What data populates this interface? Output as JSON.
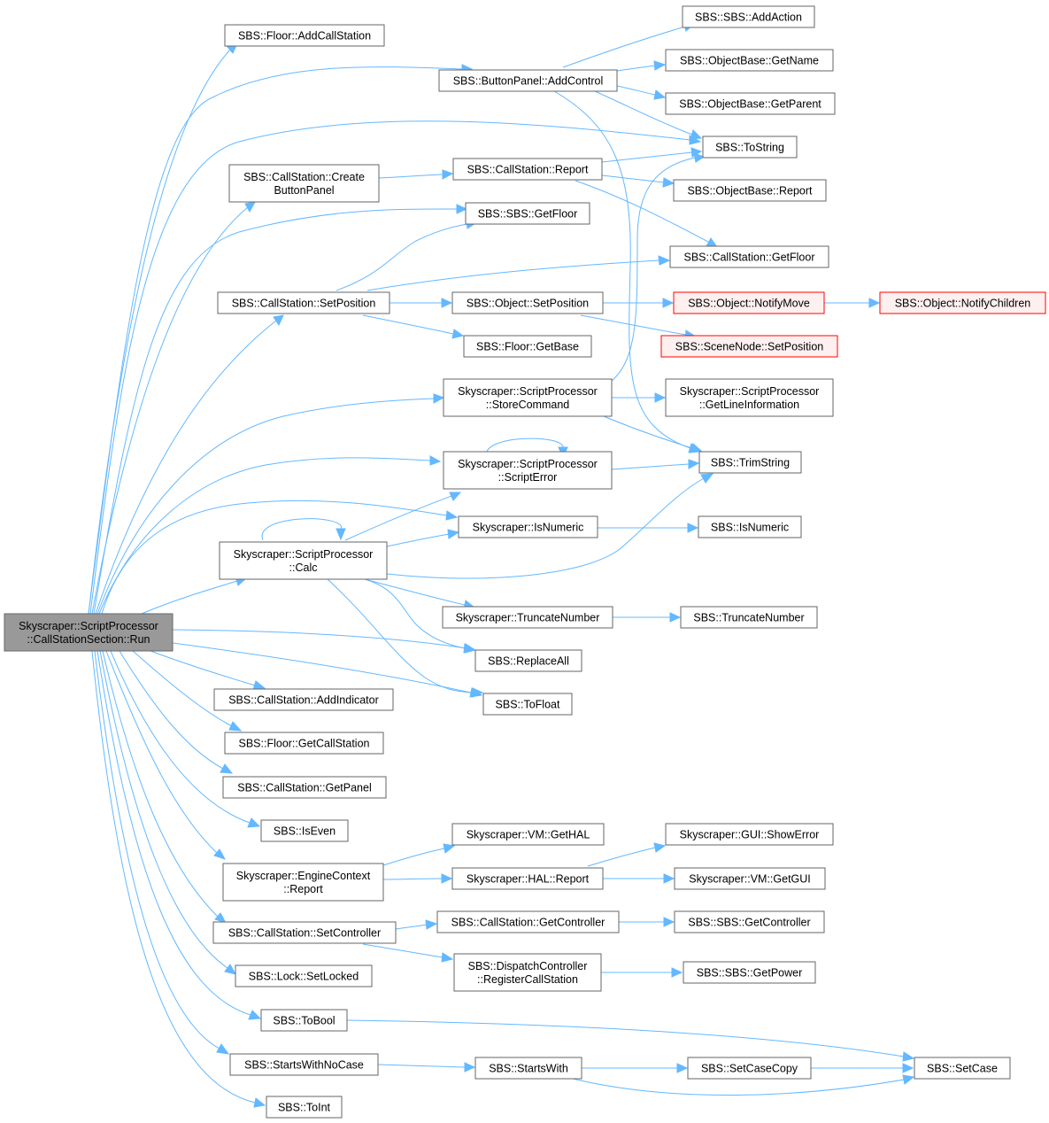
{
  "colors": {
    "edge": "#63b8ff",
    "node_border": "#666666",
    "root_fill": "#999999",
    "truncated_border": "#ff0000",
    "truncated_fill": "#fff0f0"
  },
  "nodes": {
    "root": [
      "Skyscraper::ScriptProcessor",
      "::CallStationSection::Run"
    ],
    "floor_addcallstation": [
      "SBS::Floor::AddCallStation"
    ],
    "buttonpanel_addcontrol": [
      "SBS::ButtonPanel::AddControl"
    ],
    "sbs_addaction": [
      "SBS::SBS::AddAction"
    ],
    "objectbase_getname": [
      "SBS::ObjectBase::GetName"
    ],
    "objectbase_getparent": [
      "SBS::ObjectBase::GetParent"
    ],
    "tostring": [
      "SBS::ToString"
    ],
    "callstation_createbuttonpanel": [
      "SBS::CallStation::Create",
      "ButtonPanel"
    ],
    "callstation_report": [
      "SBS::CallStation::Report"
    ],
    "objectbase_report": [
      "SBS::ObjectBase::Report"
    ],
    "sbs_getfloor": [
      "SBS::SBS::GetFloor"
    ],
    "callstation_getfloor": [
      "SBS::CallStation::GetFloor"
    ],
    "callstation_setposition": [
      "SBS::CallStation::SetPosition"
    ],
    "object_setposition": [
      "SBS::Object::SetPosition"
    ],
    "object_notifymove": [
      "SBS::Object::NotifyMove"
    ],
    "object_notifychildren": [
      "SBS::Object::NotifyChildren"
    ],
    "floor_getbase": [
      "SBS::Floor::GetBase"
    ],
    "scenenode_setposition": [
      "SBS::SceneNode::SetPosition"
    ],
    "sp_storecommand": [
      "Skyscraper::ScriptProcessor",
      "::StoreCommand"
    ],
    "sp_getlineinformation": [
      "Skyscraper::ScriptProcessor",
      "::GetLineInformation"
    ],
    "sp_scripterror": [
      "Skyscraper::ScriptProcessor",
      "::ScriptError"
    ],
    "trimstring": [
      "SBS::TrimString"
    ],
    "sky_isnumeric": [
      "Skyscraper::IsNumeric"
    ],
    "sbs_isnumeric": [
      "SBS::IsNumeric"
    ],
    "sp_calc": [
      "Skyscraper::ScriptProcessor",
      "::Calc"
    ],
    "sky_truncatenumber": [
      "Skyscraper::TruncateNumber"
    ],
    "sbs_truncatenumber": [
      "SBS::TruncateNumber"
    ],
    "replaceall": [
      "SBS::ReplaceAll"
    ],
    "tofloat": [
      "SBS::ToFloat"
    ],
    "callstation_addindicator": [
      "SBS::CallStation::AddIndicator"
    ],
    "floor_getcallstation": [
      "SBS::Floor::GetCallStation"
    ],
    "callstation_getpanel": [
      "SBS::CallStation::GetPanel"
    ],
    "iseven": [
      "SBS::IsEven"
    ],
    "vm_gethal": [
      "Skyscraper::VM::GetHAL"
    ],
    "gui_showerror": [
      "Skyscraper::GUI::ShowError"
    ],
    "enginecontext_report": [
      "Skyscraper::EngineContext",
      "::Report"
    ],
    "hal_report": [
      "Skyscraper::HAL::Report"
    ],
    "vm_getgui": [
      "Skyscraper::VM::GetGUI"
    ],
    "callstation_setcontroller": [
      "SBS::CallStation::SetController"
    ],
    "callstation_getcontroller": [
      "SBS::CallStation::GetController"
    ],
    "sbs_getcontroller": [
      "SBS::SBS::GetController"
    ],
    "lock_setlocked": [
      "SBS::Lock::SetLocked"
    ],
    "dispatch_registercallstation": [
      "SBS::DispatchController",
      "::RegisterCallStation"
    ],
    "sbs_getpower": [
      "SBS::SBS::GetPower"
    ],
    "tobool": [
      "SBS::ToBool"
    ],
    "setcase": [
      "SBS::SetCase"
    ],
    "startswithnocase": [
      "SBS::StartsWithNoCase"
    ],
    "startswith": [
      "SBS::StartsWith"
    ],
    "setcasecopy": [
      "SBS::SetCaseCopy"
    ],
    "toint": [
      "SBS::ToInt"
    ]
  }
}
